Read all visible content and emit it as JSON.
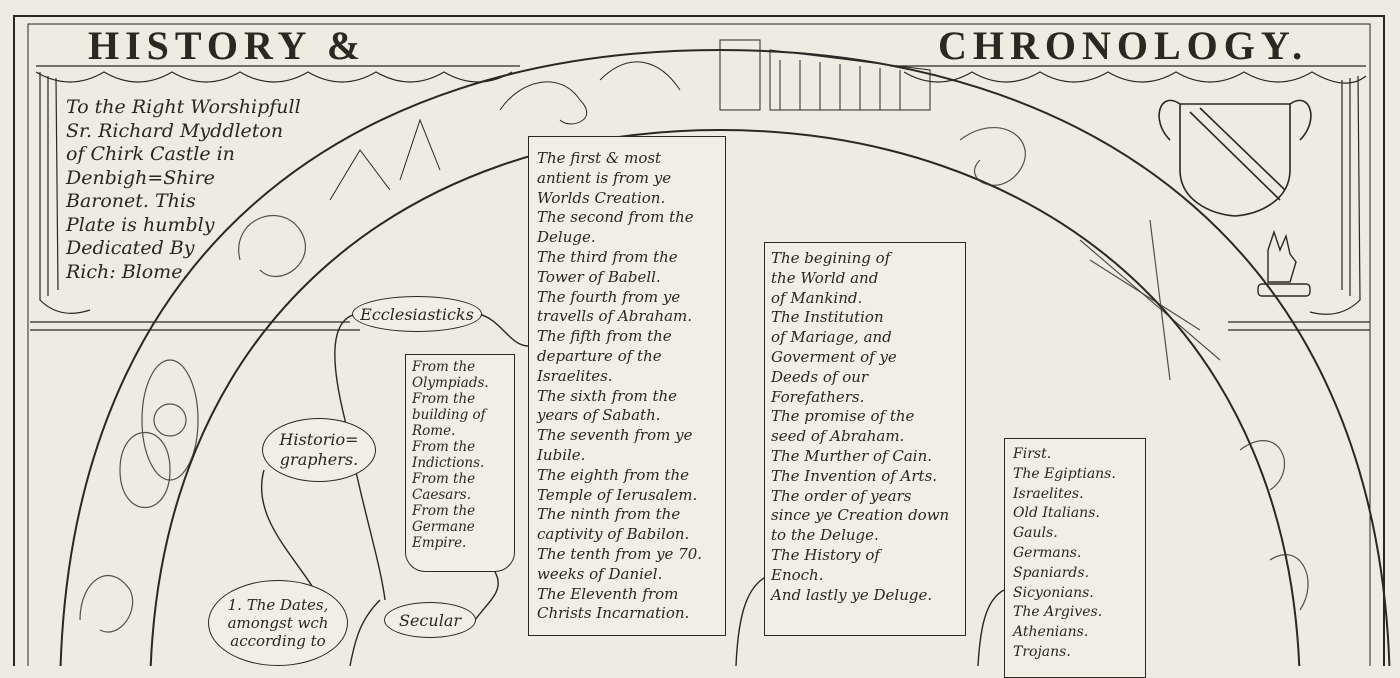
{
  "header": {
    "title_left": "HISTORY &",
    "title_right": "CHRONOLOGY."
  },
  "dedication": {
    "lines": [
      "To the Right Worshipfull",
      "Sr. Richard Myddleton",
      "of Chirk Castle in",
      "Denbigh=Shire",
      "Baronet. This",
      "Plate is humbly",
      "Dedicated By",
      "Rich: Blome."
    ]
  },
  "labels": {
    "ecclesiasticks": "Ecclesiasticks",
    "historiographers_1": "Historio=",
    "historiographers_2": "graphers.",
    "secular": "Secular",
    "dates_1": "1. The Dates,",
    "dates_2": "amongst wch",
    "dates_3": "according to"
  },
  "boxes": {
    "epochs": [
      "The first & most",
      "antient is from ye",
      "Worlds Creation.",
      "The second from the",
      "Deluge.",
      "The third from the",
      "Tower of Babell.",
      "The fourth from ye",
      "travells of Abraham.",
      "The fifth from the",
      "departure of the",
      "Israelites.",
      "The sixth from the",
      "years of Sabath.",
      "The seventh from ye",
      "Iubile.",
      "The eighth from the",
      "Temple of Ierusalem.",
      "The ninth from the",
      "captivity of Babilon.",
      "The tenth from ye 70.",
      "weeks of Daniel.",
      "The Eleventh from",
      "Christs Incarnation."
    ],
    "creation": [
      "The begining of",
      "the World and",
      "of Mankind.",
      "The Institution",
      "of Mariage, and",
      "Goverment of ye",
      "Deeds of our",
      "Forefathers.",
      "The promise of the",
      "seed of Abraham.",
      "The Murther of Cain.",
      "The Invention of Arts.",
      "The order of years",
      "since ye Creation down",
      "to the Deluge.",
      "The History of",
      "Enoch.",
      "And lastly ye Deluge."
    ],
    "nations": [
      "First.",
      "The Egiptians.",
      "Israelites.",
      "Old Italians.",
      "Gauls.",
      "Germans.",
      "Spaniards.",
      "Sicyonians.",
      "The Argives.",
      "Athenians.",
      "Trojans."
    ],
    "secular_eras": [
      "From the",
      "Olympiads.",
      "From the",
      "building of",
      "Rome.",
      "From the",
      "Indictions.",
      "From the",
      "Caesars.",
      "From the",
      "Germane",
      "Empire."
    ]
  },
  "colors": {
    "paper": "#eeebe0",
    "ink": "#2b2723"
  }
}
